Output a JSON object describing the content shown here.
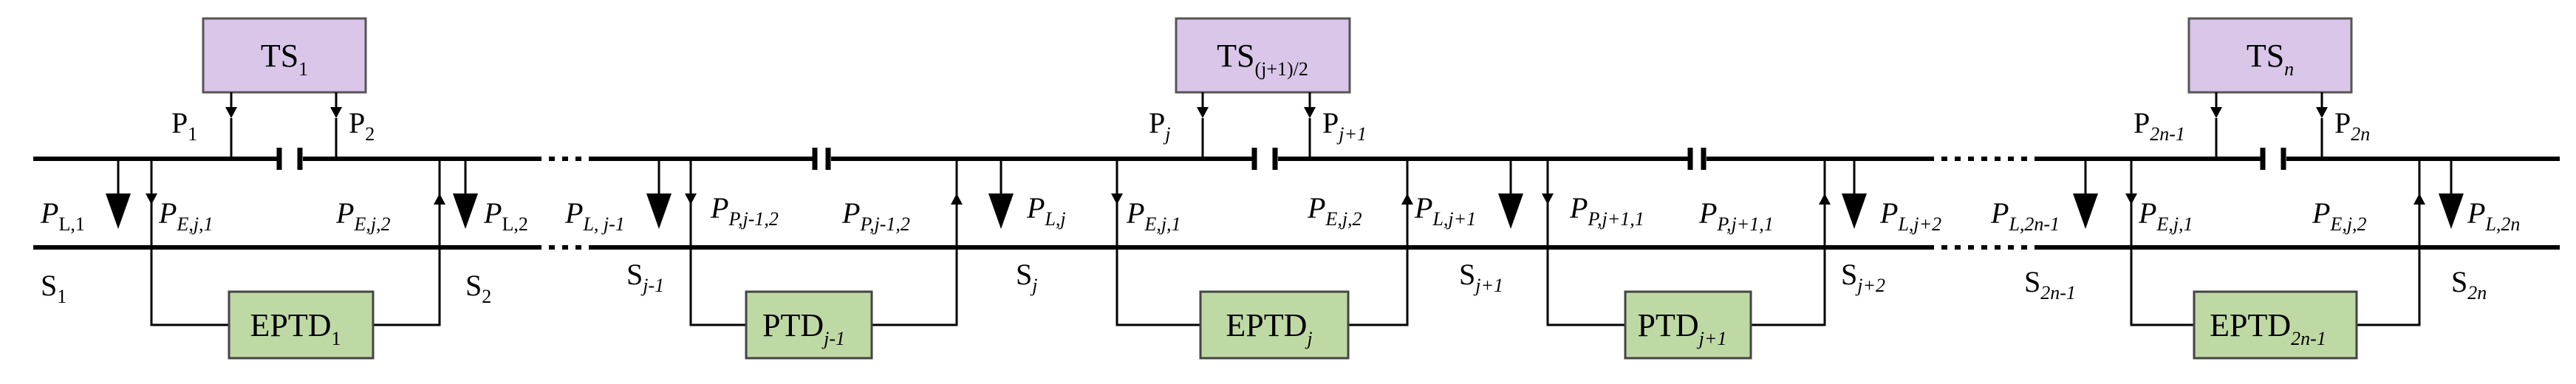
{
  "traction_substations": {
    "ts1": {
      "main": "TS",
      "sub": "1"
    },
    "ts_mid": {
      "main": "TS",
      "sub": "(j+1)/2"
    },
    "tsn": {
      "main": "TS",
      "sub": "n"
    }
  },
  "devices": {
    "eptd1": {
      "main": "EPTD",
      "sub": "1"
    },
    "ptd_jm1": {
      "main": "PTD",
      "sub": "j-1"
    },
    "eptd_j": {
      "main": "EPTD",
      "sub": "j"
    },
    "ptd_jp1": {
      "main": "PTD",
      "sub": "j+1"
    },
    "eptd_2nm1": {
      "main": "EPTD",
      "sub": "2n-1"
    }
  },
  "section_labels": {
    "s1": {
      "main": "S",
      "sub": "1"
    },
    "s2": {
      "main": "S",
      "sub": "2"
    },
    "sjm1": {
      "main": "S",
      "sub": "j-1"
    },
    "sj": {
      "main": "S",
      "sub": "j"
    },
    "sjp1": {
      "main": "S",
      "sub": "j+1"
    },
    "sjp2": {
      "main": "S",
      "sub": "j+2"
    },
    "s2nm1": {
      "main": "S",
      "sub": "2n-1"
    },
    "s2n": {
      "main": "S",
      "sub": "2n"
    }
  },
  "ts_feeder_labels": {
    "p1": {
      "main": "P",
      "sub": "1"
    },
    "p2": {
      "main": "P",
      "sub": "2"
    },
    "pj": {
      "main": "P",
      "sub": "j"
    },
    "pjp1": {
      "main": "P",
      "sub": "j+1"
    },
    "p2nm1": {
      "main": "P",
      "sub": "2n-1"
    },
    "p2n": {
      "main": "P",
      "sub": "2n"
    }
  },
  "power_labels": {
    "pl1": {
      "main": "P",
      "sub": "L,1"
    },
    "pej1_a": {
      "main": "P",
      "sub": "E,j,1"
    },
    "pej2_a": {
      "main": "P",
      "sub": "E,j,2"
    },
    "pl2": {
      "main": "P",
      "sub": "L,2"
    },
    "pljm1": {
      "main": "P",
      "sub": "L, j-1"
    },
    "ppjm12": {
      "main": "P",
      "sub": "P,j-1,2"
    },
    "ppjm12b": {
      "main": "P",
      "sub": "P,j-1,2"
    },
    "plj": {
      "main": "P",
      "sub": "L,j"
    },
    "pej1_b": {
      "main": "P",
      "sub": "E,j,1"
    },
    "pej2_b": {
      "main": "P",
      "sub": "E,j,2"
    },
    "pljp1": {
      "main": "P",
      "sub": "L,j+1"
    },
    "ppjp11": {
      "main": "P",
      "sub": "P,j+1,1"
    },
    "ppjp11b": {
      "main": "P",
      "sub": "P,j+1,1"
    },
    "pljp2": {
      "main": "P",
      "sub": "L,j+2"
    },
    "pl2nm1": {
      "main": "P",
      "sub": "L,2n-1"
    },
    "pej1_c": {
      "main": "P",
      "sub": "E,j,1"
    },
    "pej2_c": {
      "main": "P",
      "sub": "E,j,2"
    },
    "pl2n": {
      "main": "P",
      "sub": "L,2n"
    }
  },
  "colors": {
    "ts_fill": "#D9C6E9",
    "ts_stroke": "#555555",
    "device_fill": "#BFD9A5",
    "device_stroke": "#444444",
    "line": "#000000"
  }
}
